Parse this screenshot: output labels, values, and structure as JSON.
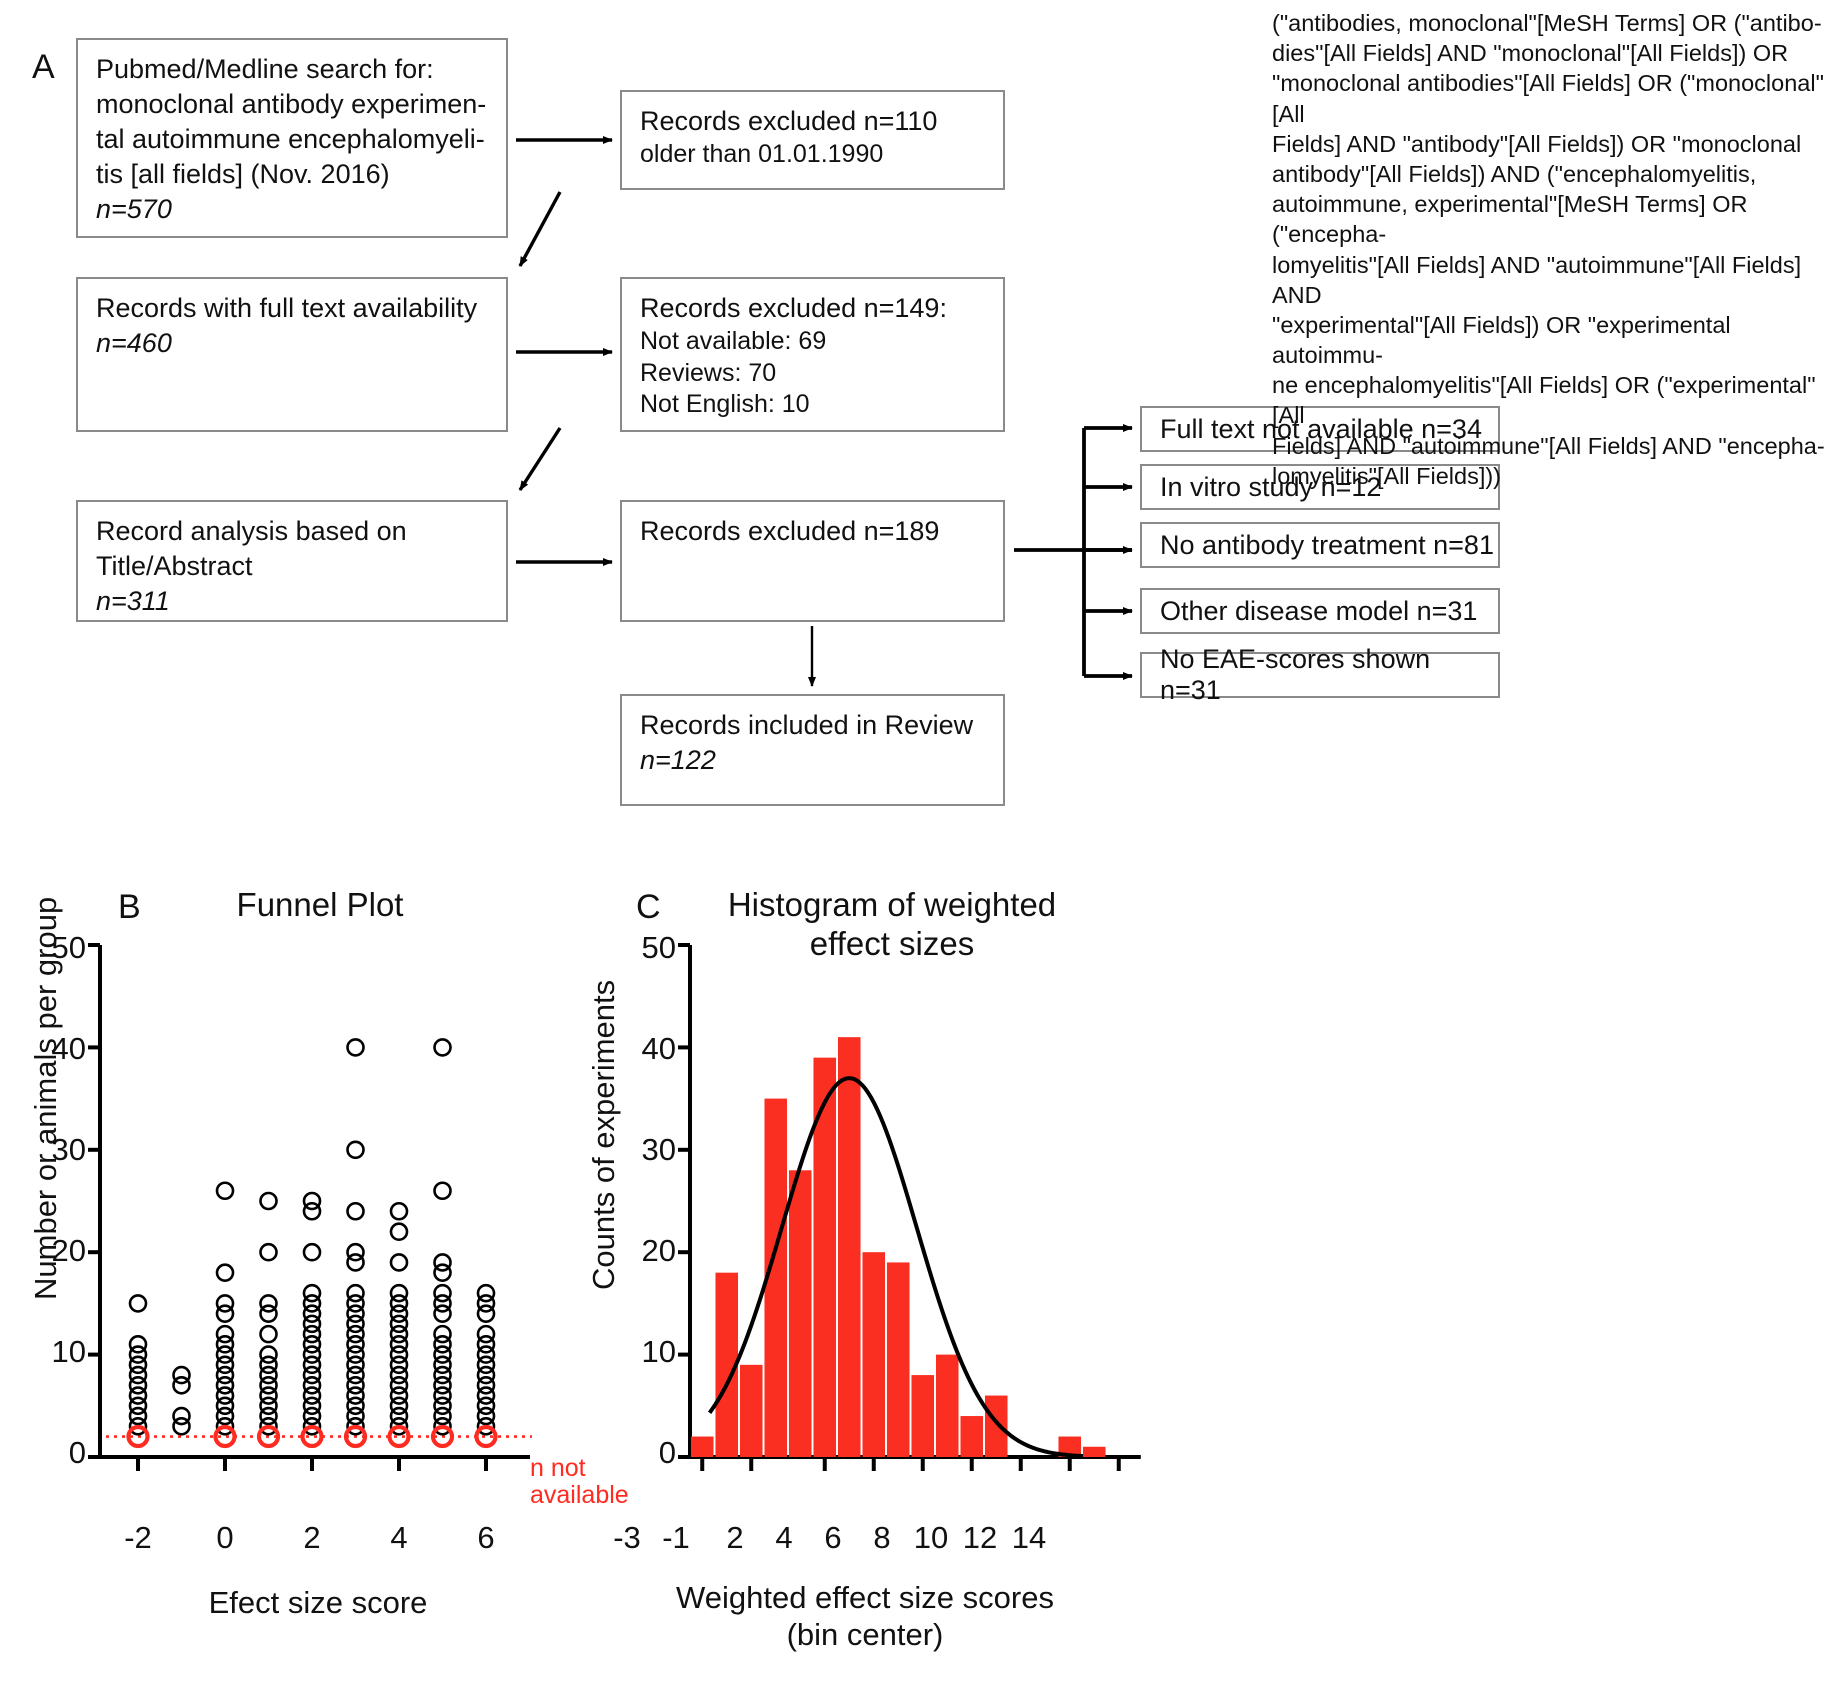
{
  "panels": {
    "a": {
      "letter": "A"
    },
    "b": {
      "letter": "B",
      "title": "Funnel Plot"
    },
    "c": {
      "letter": "C",
      "title_line1": "Histogram of weighted",
      "title_line2": "effect sizes"
    }
  },
  "flow": {
    "search_box": {
      "line1": "Pubmed/Medline search for:",
      "line2": "monoclonal antibody experimen-",
      "line3": "tal autoimmune encephalomyeli-",
      "line4": "tis [all fields] (Nov. 2016)",
      "n": "n=570"
    },
    "fulltext_box": {
      "line1": "Records with full text availability",
      "n": "n=460"
    },
    "titleabstract_box": {
      "line1": "Record analysis based on",
      "line2": "Title/Abstract",
      "n": "n=311"
    },
    "included_box": {
      "line1": "Records included in Review",
      "n": "n=122"
    },
    "excl_110": {
      "line1": "Records excluded n=110",
      "line2": "older than 01.01.1990"
    },
    "excl_149": {
      "line1": "Records excluded n=149:",
      "line2": "Not available: 69",
      "line3": "Reviews: 70",
      "line4": "Not English: 10"
    },
    "excl_189": {
      "line1": "Records excluded n=189"
    },
    "reasons": [
      {
        "label": "Full text not available n=34"
      },
      {
        "label": "In vitro study n=12"
      },
      {
        "label": "No antibody treatment n=81"
      },
      {
        "label": "Other disease model n=31"
      },
      {
        "label": "No EAE-scores shown n=31"
      }
    ],
    "query_string": "(\"antibodies, monoclonal\"[MeSH Terms] OR (\"antibo-\ndies\"[All Fields] AND \"monoclonal\"[All Fields]) OR\n\"monoclonal antibodies\"[All Fields] OR (\"monoclonal\"[All\nFields] AND \"antibody\"[All Fields]) OR \"monoclonal\nantibody\"[All Fields]) AND (\"encephalomyelitis,\nautoimmune, experimental\"[MeSH Terms] OR (\"encepha-\nlomyelitis\"[All Fields] AND \"autoimmune\"[All Fields] AND\n\"experimental\"[All Fields]) OR \"experimental autoimmu-\nne encephalomyelitis\"[All Fields] OR (\"experimental\"[All\nFields] AND \"autoimmune\"[All Fields] AND \"encepha-\nlomyelitis\"[All Fields]))"
  },
  "colors": {
    "bar_red": "#fa2e21",
    "annotation_red": "#ff2a20",
    "box_border": "#8a8a8a",
    "axis_black": "#000000"
  },
  "chart_data": [
    {
      "type": "scatter",
      "panel": "B",
      "title": "Funnel Plot",
      "xlabel": "Efect size score",
      "ylabel": "Number or animals per group",
      "xlim": [
        -3.1,
        6.9
      ],
      "ylim": [
        0,
        50
      ],
      "xticks": [
        -2,
        0,
        2,
        4,
        6
      ],
      "yticks": [
        0,
        10,
        20,
        30,
        40,
        50
      ],
      "grid": false,
      "annotation": {
        "text_line1": "n not",
        "text_line2": "available",
        "y_value": 2,
        "color": "#ff2a20",
        "style": "red dotted line with open red circles at each integer x column"
      },
      "marker": "open circle",
      "columns": [
        {
          "x": -2,
          "values": [
            15,
            11,
            10,
            9,
            8,
            7,
            6,
            5,
            4,
            3,
            2
          ]
        },
        {
          "x": -1,
          "values": [
            8,
            7,
            4,
            3
          ]
        },
        {
          "x": 0,
          "values": [
            26,
            18,
            15,
            14,
            12,
            11,
            10,
            9,
            8,
            7,
            6,
            5,
            4,
            3,
            2
          ]
        },
        {
          "x": 1,
          "values": [
            25,
            20,
            15,
            14,
            12,
            10,
            9,
            8,
            7,
            6,
            5,
            4,
            3,
            2
          ]
        },
        {
          "x": 2,
          "values": [
            25,
            24,
            20,
            16,
            15,
            14,
            13,
            12,
            11,
            10,
            9,
            8,
            7,
            6,
            5,
            4,
            3,
            2
          ]
        },
        {
          "x": 3,
          "values": [
            40,
            30,
            24,
            20,
            19,
            16,
            15,
            14,
            13,
            12,
            11,
            10,
            9,
            8,
            7,
            6,
            5,
            4,
            3,
            2
          ]
        },
        {
          "x": 4,
          "values": [
            24,
            22,
            19,
            16,
            15,
            14,
            13,
            12,
            11,
            10,
            9,
            8,
            7,
            6,
            5,
            4,
            3,
            2
          ]
        },
        {
          "x": 5,
          "values": [
            40,
            26,
            19,
            18,
            16,
            15,
            14,
            12,
            11,
            10,
            9,
            8,
            7,
            6,
            5,
            4,
            3,
            2
          ]
        },
        {
          "x": 6,
          "values": [
            16,
            15,
            14,
            12,
            11,
            10,
            9,
            8,
            7,
            6,
            5,
            4,
            3,
            2
          ]
        }
      ]
    },
    {
      "type": "bar",
      "panel": "C",
      "title": "Histogram of weighted effect sizes",
      "xlabel_line1": "Weighted effect size scores",
      "xlabel_line2": "(bin center)",
      "ylabel": "Counts of experiments",
      "xlim": [
        -3.5,
        15
      ],
      "ylim": [
        0,
        50
      ],
      "xticks": [
        -3,
        -1,
        2,
        4,
        6,
        8,
        10,
        12,
        14
      ],
      "yticks": [
        0,
        10,
        20,
        30,
        40,
        50
      ],
      "grid": false,
      "bar_color": "#fa2e21",
      "categories": [
        -3,
        -2,
        -1,
        0,
        1,
        2,
        3,
        4,
        5,
        6,
        7,
        8,
        9,
        10,
        11,
        12,
        13,
        14
      ],
      "values": [
        2,
        18,
        9,
        35,
        28,
        39,
        41,
        20,
        19,
        8,
        10,
        4,
        6,
        0,
        0,
        2,
        1,
        0
      ],
      "overlay": {
        "type": "line",
        "name": "normal fit curve",
        "color": "#000000",
        "peak_value": 37,
        "peak_x": 3
      }
    }
  ]
}
